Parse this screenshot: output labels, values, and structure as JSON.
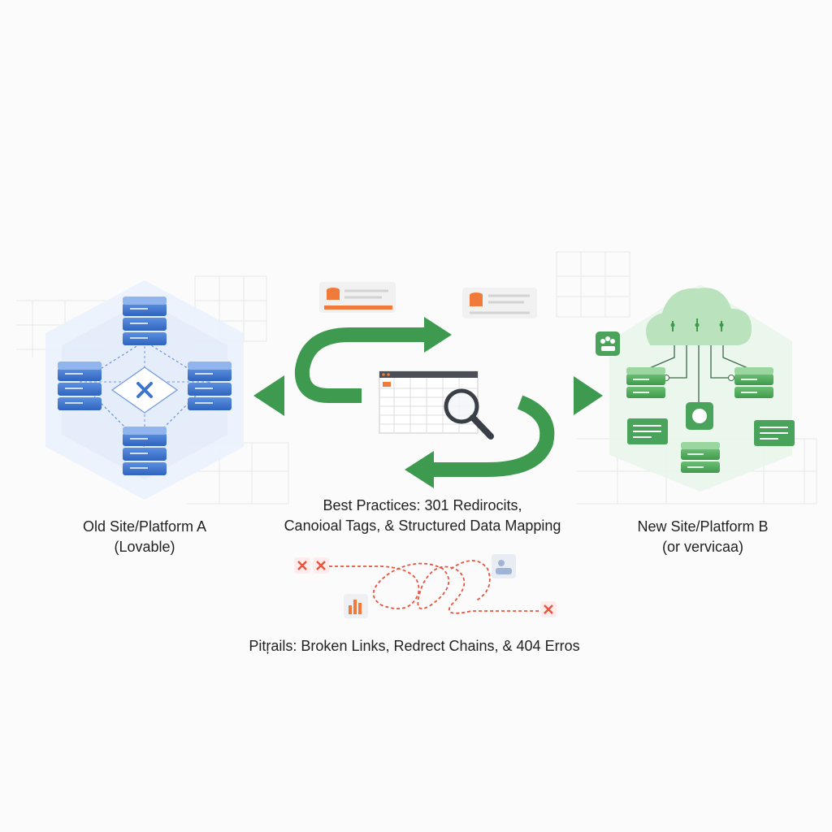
{
  "old_site": {
    "title": "Old Site/Platform A",
    "subtitle": "(Lovable)"
  },
  "new_site": {
    "title": "New Site/Platform B",
    "subtitle": "(or vervicaa)"
  },
  "best_practices": {
    "line1": "Best Practices: 301 Redirocits,",
    "line2": "Canoioal Tags, & Structured Data Mapping"
  },
  "pitfalls": {
    "text": "Pitŗails: Broken Links, Redrect Chains, & 404 Erros"
  },
  "colors": {
    "old_blue": "#3d74cc",
    "new_green": "#4aa35a",
    "arrow_green": "#3d9a4f",
    "error_red": "#e8553f",
    "accent_orange": "#f07a3a"
  },
  "icons": [
    "server-stack-icon",
    "cloud-icon",
    "spreadsheet-icon",
    "magnifier-icon",
    "database-card-icon",
    "users-icon",
    "chart-icon",
    "error-x-icon",
    "user-badge-icon",
    "document-icon"
  ]
}
